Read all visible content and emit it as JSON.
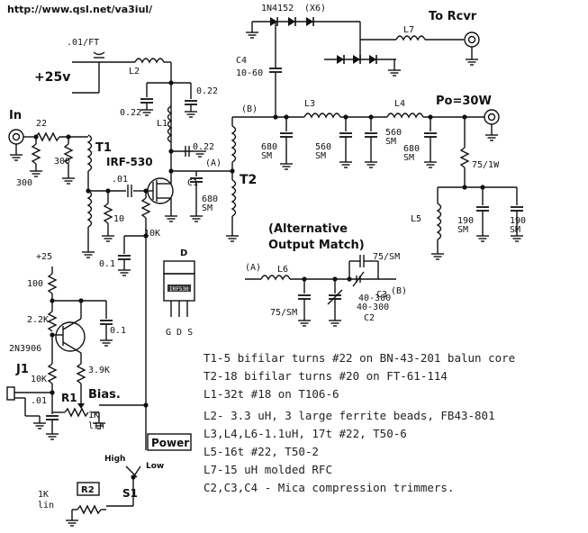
{
  "header": {
    "url": "http://www.qsl.net/va3iul/"
  },
  "labels": {
    "plus25v": "+25v",
    "in": "In",
    "t1": "T1",
    "irf": "IRF-530",
    "t2": "T2",
    "to_rcvr": "To Rcvr",
    "po": "Po=30W",
    "r_22": "22",
    "r_300a": "300",
    "r_300b": "300",
    "c_01ft": ".01/FT",
    "l2": "L2",
    "c_022a": "0.22",
    "c_022b": "0.22",
    "c_022c": "0.22",
    "l1": "L1",
    "node_a1": "(A)",
    "node_b1": "(B)",
    "c1": "C1",
    "c1_val1": "680",
    "c1_val2": "SM",
    "c_01a": ".01",
    "r_10": "10",
    "r_10k": "10K",
    "c_01b": "0.1",
    "d_1n4152": "1N4152",
    "d_x6": "(X6)",
    "l7": "L7",
    "c4": "C4",
    "c4_val": "10-60",
    "l3": "L3",
    "l4": "L4",
    "c_680a1": "680",
    "c_680a2": "SM",
    "c_560a1": "560",
    "c_560a2": "SM",
    "c_560b1": "560",
    "c_560b2": "SM",
    "c_680b1": "680",
    "c_680b2": "SM",
    "r_75_1w": "75/1W",
    "l5": "L5",
    "c_190a1": "190",
    "c_190a2": "SM",
    "c_190b1": "190",
    "c_190b2": "SM",
    "alt_title1": "(Alternative",
    "alt_title2": "Output Match)",
    "node_a2": "(A)",
    "node_b2": "(B)",
    "l6": "L6",
    "c_75sm_a": "75/SM",
    "c_75sm_b": "75/SM",
    "c3_val": "40-300",
    "c3": "C3",
    "c2_val": "40-300",
    "c2": "C2",
    "pkg_d": "D",
    "pkg_text": "IRF530",
    "pkg_gds": "G D S",
    "p25": "+25",
    "r_100": "100",
    "r_22k": "2.2K",
    "q_2n3906": "2N3906",
    "c_01c": "0.1",
    "r_39k": "3.9K",
    "j1": "J1",
    "r_10k_b": "10K",
    "c_01d": ".01",
    "r1": "R1",
    "bias": "Bias.",
    "r1_val1": "1K",
    "r1_val2": "lin",
    "power": "Power",
    "high": "High",
    "low": "Low",
    "s1": "S1",
    "r2": "R2",
    "r2_val1": "1K",
    "r2_val2": "lin"
  },
  "notes": [
    "T1-5 bifilar turns #22 on BN-43-201 balun core",
    "T2-18 bifilar turns #20 on FT-61-114",
    "L1-32t #18 on T106-6",
    "L2- 3.3 uH, 3 large ferrite beads, FB43-801",
    "L3,L4,L6-1.1uH, 17t #22, T50-6",
    "L5-16t #22, T50-2",
    "L7-15 uH molded RFC",
    "C2,C3,C4 - Mica compression trimmers."
  ]
}
